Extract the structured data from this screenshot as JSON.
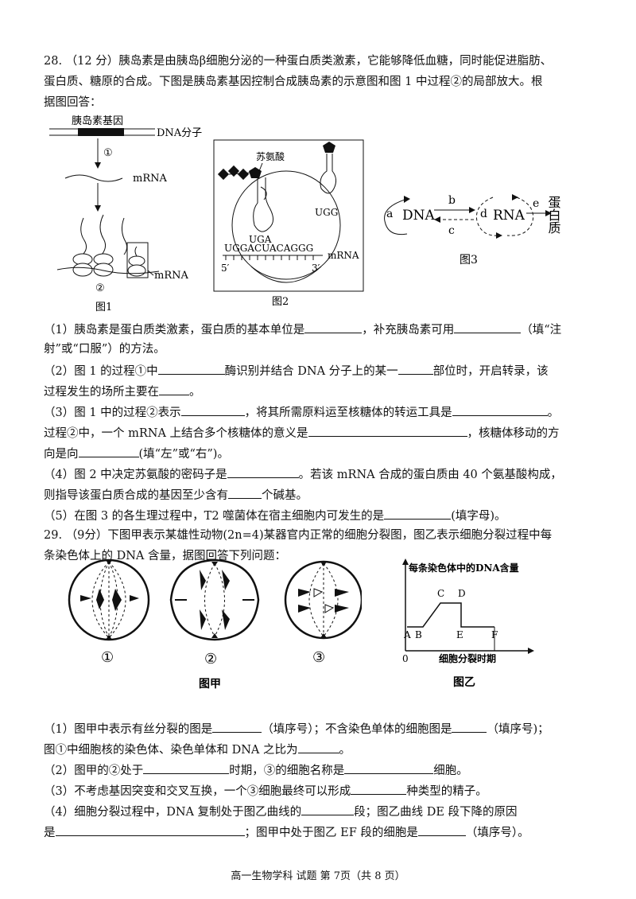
{
  "q28": {
    "stem_lines": [
      "28. （12 分）胰岛素是由胰岛β细胞分泌的一种蛋白质类激素，它能够降低血糖，同时能促进脂肪、",
      "蛋白质、糖原的合成。下图是胰岛素基因控制合成胰岛素的示意图和图 1 中过程②的局部放大。根",
      "据图回答："
    ],
    "fig1": {
      "gene_label": "胰岛素基因",
      "dna_label": "DNA分子",
      "step1": "①",
      "mrna_label": "mRNA",
      "step2": "②",
      "mrna_label2": "mRNA",
      "caption": "图1"
    },
    "fig2": {
      "amino_label": "苏氨酸",
      "anticodon_right": "UGG",
      "anticodon_left": "UGA",
      "mrna_seq": "UGGACUACAGGG",
      "mrna_label": "mRNA",
      "end5": "5′",
      "end3": "3′",
      "caption": "图2"
    },
    "fig3": {
      "a": "a",
      "dna": "DNA",
      "b": "b",
      "c": "c",
      "d": "d",
      "rna": "RNA",
      "e": "e",
      "protein": "蛋白质",
      "caption": "图3"
    },
    "questions": [
      [
        "（1）胰岛素是蛋白质类激素，蛋白质的基本单位是",
        "，补充胰岛素可用",
        "（填“注"
      ],
      [
        "射”或“口服”）的方法。"
      ],
      [
        "（2）图 1 的过程①中",
        "酶识别并结合 DNA 分子上的某一",
        "部位时，开启转录，该"
      ],
      [
        "过程发生的场所主要在",
        "。"
      ],
      [
        "（3）图 1 中的过程②表示",
        "，将其所需原料运至核糖体的转运工具是",
        "。"
      ],
      [
        "过程②中，一个 mRNA 上结合多个核糖体的意义是",
        "，核糖体移动的方"
      ],
      [
        "向是向",
        "(填“左”或“右”)。"
      ],
      [
        "（4）图 2 中决定苏氨酸的密码子是",
        "。若该 mRNA 合成的蛋白质由 40 个氨基酸构成，"
      ],
      [
        "则指导该蛋白质合成的基因至少含有",
        "个碱基。"
      ],
      [
        "（5）在图 3 的各生理过程中，T2 噬菌体在宿主细胞内可发生的是",
        "(填字母)。"
      ]
    ]
  },
  "q29": {
    "stem_lines": [
      "29. （9分）下图甲表示某雄性动物(2n=4)某器官内正常的细胞分裂图，图乙表示细胞分裂过程中每",
      "条染色体上的 DNA 含量，据图回答下列问题："
    ],
    "cells": [
      "①",
      "②",
      "③"
    ],
    "fig_jia": "图甲",
    "fig_yi": "图乙",
    "chart_data": {
      "type": "line",
      "title": "",
      "ylabel": "每条染色体中的DNA含量",
      "xlabel": "细胞分裂时期",
      "origin": "0",
      "points": [
        {
          "label": "A",
          "y": 1
        },
        {
          "label": "B",
          "y": 1
        },
        {
          "label": "C",
          "y": 2
        },
        {
          "label": "D",
          "y": 2
        },
        {
          "label": "E",
          "y": 1
        },
        {
          "label": "F",
          "y": 1
        }
      ]
    },
    "questions": [
      [
        "（1）图甲中表示有丝分裂的图是",
        "（填序号）；不含染色单体的细胞图是",
        "（填序号)；"
      ],
      [
        "图①中细胞核的染色体、染色单体和 DNA 之比为",
        "。"
      ],
      [
        "（2）图甲的②处于",
        "时期，③的细胞名称是",
        "细胞。"
      ],
      [
        "（3）不考虑基因突变和交叉互换，一个③细胞最终可以形成",
        "种类型的精子。"
      ],
      [
        "（4）细胞分裂过程中，DNA 复制处于图乙曲线的",
        "段；图乙曲线 DE 段下降的原因"
      ],
      [
        "是",
        "；图甲中处于图乙 EF 段的细胞是",
        "（填序号）。"
      ]
    ]
  },
  "footer": "高一生物学科 试题 第 7页（共 8 页）"
}
